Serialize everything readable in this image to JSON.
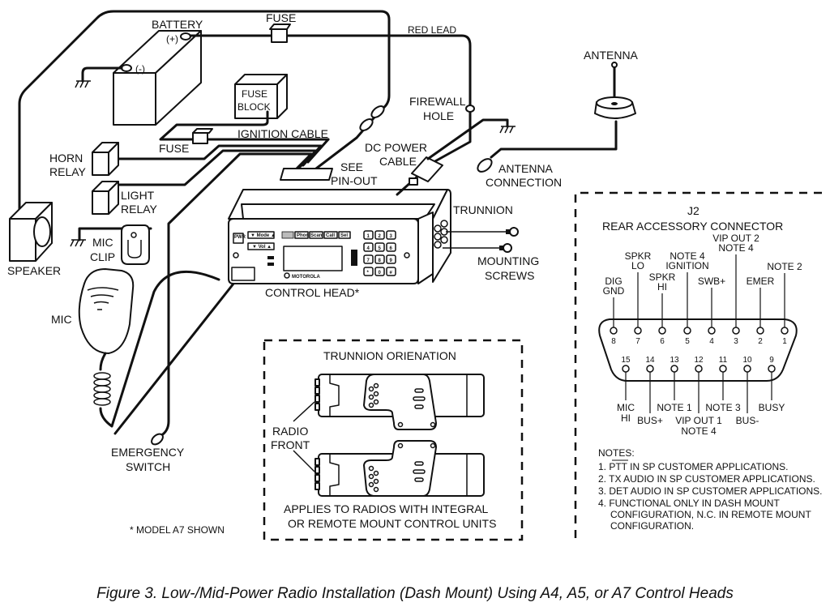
{
  "labels": {
    "battery": "BATTERY",
    "battery_pos": "(+)",
    "battery_neg": "(-)",
    "fuse_top": "FUSE",
    "red_lead": "RED LEAD",
    "fuse_block_1": "FUSE",
    "fuse_block_2": "BLOCK",
    "ignition_cable": "IGNITION CABLE",
    "fuse_mid": "FUSE",
    "horn_relay_1": "HORN",
    "horn_relay_2": "RELAY",
    "light_relay_1": "LIGHT",
    "light_relay_2": "RELAY",
    "speaker": "SPEAKER",
    "mic_clip_1": "MIC",
    "mic_clip_2": "CLIP",
    "mic": "MIC",
    "emergency_1": "EMERGENCY",
    "emergency_2": "SWITCH",
    "model_note": "*  MODEL A7 SHOWN",
    "see_pinout_1": "SEE",
    "see_pinout_2": "PIN-OUT",
    "firewall_1": "FIREWALL",
    "firewall_2": "HOLE",
    "dc_power_1": "DC POWER",
    "dc_power_2": "CABLE",
    "antenna": "ANTENNA",
    "antenna_conn_1": "ANTENNA",
    "antenna_conn_2": "CONNECTION",
    "trunnion": "TRUNNION",
    "mounting_1": "MOUNTING",
    "mounting_2": "SCREWS",
    "control_head": "CONTROL HEAD*"
  },
  "control_head": {
    "buttons": [
      "PWR",
      "▼ Mode ▲",
      "▼ Vol ▲",
      "Phon",
      "Scan",
      "Call",
      "Sel"
    ],
    "keypad": [
      "1",
      "2",
      "3",
      "4",
      "5",
      "6",
      "7",
      "8",
      "9",
      "*",
      "0",
      "#"
    ],
    "brand": "MOTOROLA"
  },
  "trunnion_box": {
    "title": "TRUNNION ORIENATION",
    "radio_front_1": "RADIO",
    "radio_front_2": "FRONT",
    "applies_1": "APPLIES TO RADIOS WITH INTEGRAL",
    "applies_2": "OR REMOTE MOUNT CONTROL UNITS"
  },
  "connector": {
    "title_1": "J2",
    "title_2": "REAR ACCESSORY CONNECTOR",
    "top_pins": [
      {
        "num": "8",
        "label": [
          "DIG",
          "GND"
        ]
      },
      {
        "num": "7",
        "label": [
          "SPKR",
          "LO"
        ]
      },
      {
        "num": "6",
        "label": [
          "SPKR",
          "HI"
        ]
      },
      {
        "num": "5",
        "label": [
          "NOTE 4",
          "IGNITION"
        ]
      },
      {
        "num": "4",
        "label": [
          "SWB+"
        ]
      },
      {
        "num": "3",
        "label": [
          "VIP OUT 2",
          "NOTE 4"
        ]
      },
      {
        "num": "2",
        "label": [
          "EMER"
        ]
      },
      {
        "num": "1",
        "label": [
          "NOTE 2"
        ]
      }
    ],
    "bottom_pins": [
      {
        "num": "15",
        "label": [
          "MIC",
          "HI"
        ]
      },
      {
        "num": "14",
        "label": [
          "BUS+"
        ]
      },
      {
        "num": "13",
        "label": [
          "NOTE 1"
        ]
      },
      {
        "num": "12",
        "label": [
          "VIP OUT 1",
          "NOTE 4"
        ]
      },
      {
        "num": "11",
        "label": [
          "NOTE 3"
        ]
      },
      {
        "num": "10",
        "label": [
          "BUS-"
        ]
      },
      {
        "num": "9",
        "label": [
          "BUSY"
        ]
      }
    ],
    "notes_title": "NOTES:",
    "notes": [
      "1. PTT IN SP CUSTOMER APPLICATIONS.",
      "2. TX AUDIO IN SP CUSTOMER APPLICATIONS.",
      "3. DET AUDIO IN SP CUSTOMER APPLICATIONS.",
      "4. FUNCTIONAL ONLY IN DASH MOUNT",
      "CONFIGURATION, N.C. IN REMOTE MOUNT",
      "CONFIGURATION."
    ]
  },
  "caption": "Figure 3. Low-/Mid-Power Radio Installation (Dash Mount) Using A4, A5, or A7 Control Heads"
}
